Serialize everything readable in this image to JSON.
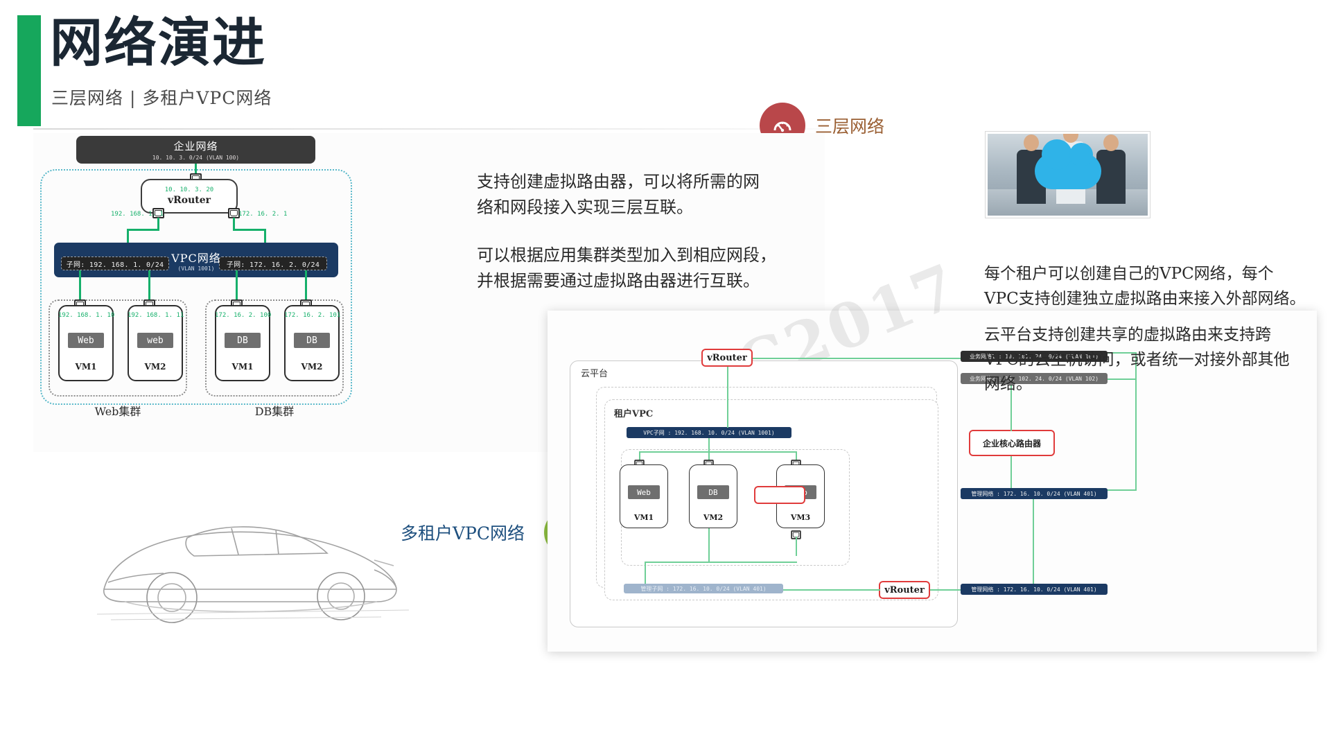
{
  "slide": {
    "title": "网络演进",
    "subtitle": "三层网络 | 多租户VPC网络",
    "accent_green": "#16a75c",
    "accent_red": "#b9474a",
    "accent_olive": "#8bbc3f"
  },
  "callouts": [
    {
      "label": "三层网络",
      "icon": "gauge-icon",
      "color": "#b9474a"
    },
    {
      "label": "多租户VPC网络",
      "icon": "ribbon-icon",
      "color": "#8bbc3f"
    }
  ],
  "diagram1": {
    "enterprise": {
      "title": "企业网络",
      "subtitle": "10. 10. 3. 0/24 (VLAN 100)"
    },
    "vrouter": {
      "ip": "10. 10. 3. 20",
      "name": "vRouter"
    },
    "vrouter_legs": {
      "left": "192. 168. 1. 1",
      "right": "172. 16. 2. 1"
    },
    "vpc": {
      "title": "VPC网络",
      "vlan": "(VLAN 1001)"
    },
    "subnets": [
      "子网: 192. 168. 1. 0/24",
      "子网: 172. 16. 2. 0/24"
    ],
    "clusters": [
      {
        "name": "Web集群",
        "vms": [
          {
            "ip": "192. 168. 1. 10",
            "chip": "Web",
            "name": "VM1"
          },
          {
            "ip": "192. 168. 1. 11",
            "chip": "web",
            "name": "VM2"
          }
        ]
      },
      {
        "name": "DB集群",
        "vms": [
          {
            "ip": "172. 16. 2. 100",
            "chip": "DB",
            "name": "VM1"
          },
          {
            "ip": "172. 16. 2. 101",
            "chip": "DB",
            "name": "VM2"
          }
        ]
      }
    ]
  },
  "text1": {
    "p1": "支持创建虚拟路由器，可以将所需的网\n络和网段接入实现三层互联。",
    "p2": "可以根据应用集群类型加入到相应网段，\n并根据需要通过虚拟路由器进行互联。"
  },
  "text2": {
    "p1": "每个租户可以创建自己的VPC网络，每个\nVPC支持创建独立虚拟路由来接入外部网络。",
    "p2": "云平台支持创建共享的虚拟路由来支持跨\nVPC的云主机访问，或者统一对接外部其他\n网络。"
  },
  "diagram2": {
    "watermark": "SACC2017",
    "cloud_platform_label": "云平台",
    "tenant_vpc_label": "租户VPC",
    "vpc_subnet": "VPC子网 : 192. 168. 10. 0/24 (VLAN 1001)",
    "vrouters": [
      {
        "name": "vRouter"
      },
      {
        "name": "vRouter"
      }
    ],
    "core_router": "企业核心路由器",
    "networks": [
      {
        "label": "业务网络1 : 10. 101. 24. 0/24 (VLAN 101)",
        "style": "dark"
      },
      {
        "label": "业务网络2 : 10. 102. 24. 0/24 (VLAN 102)",
        "style": "grey"
      },
      {
        "label": "管理网络 : 172. 16. 10. 0/24 (VLAN 401)",
        "style": "blue"
      }
    ],
    "mgmt_inner_bar": "管理子网 : 172. 16. 10. 0/24 (VLAN 401)",
    "vms": [
      {
        "chip": "Web",
        "name": "VM1"
      },
      {
        "chip": "DB",
        "name": "VM2"
      },
      {
        "chip": "App",
        "name": "VM3"
      }
    ]
  }
}
